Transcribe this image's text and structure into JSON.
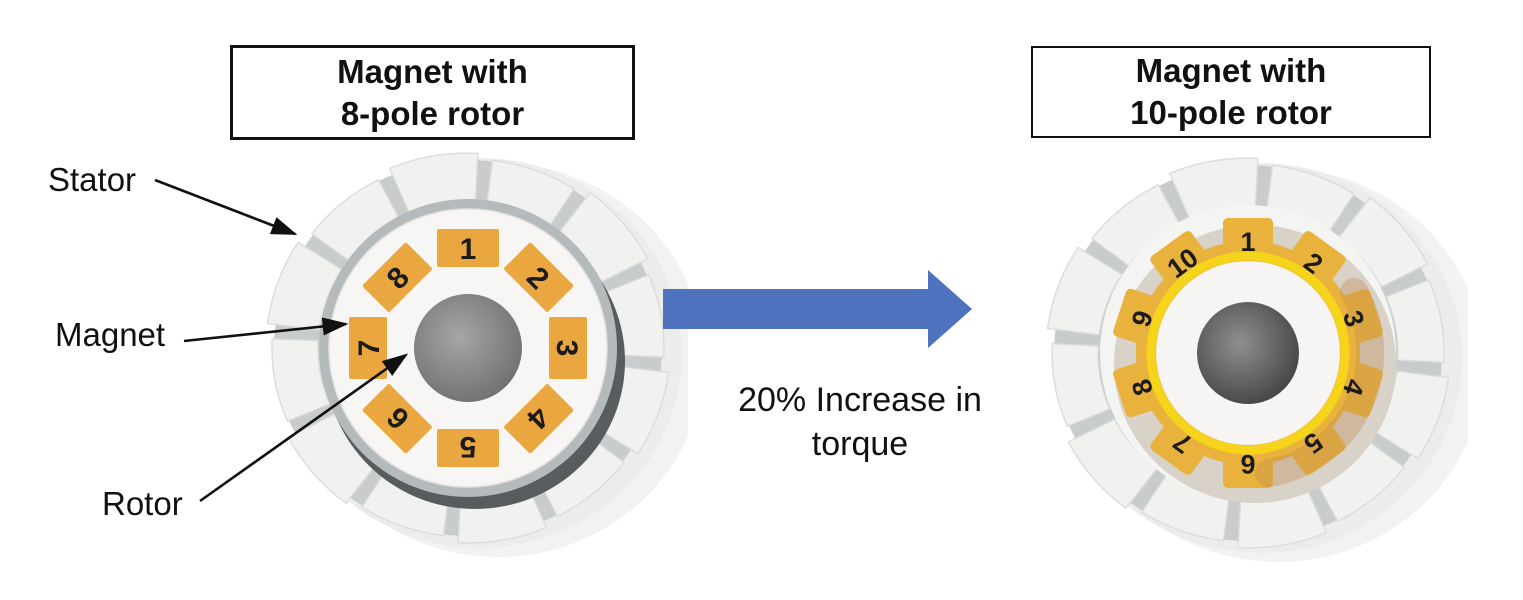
{
  "left": {
    "title_line1": "Magnet with",
    "title_line2": "8-pole rotor",
    "pole_count": 8,
    "pole_numbers": [
      "1",
      "2",
      "3",
      "4",
      "5",
      "6",
      "7",
      "8"
    ],
    "labels": {
      "stator": "Stator",
      "magnet": "Magnet",
      "rotor": "Rotor"
    }
  },
  "right": {
    "title_line1": "Magnet with",
    "title_line2": "10-pole rotor",
    "pole_count": 10,
    "pole_numbers": [
      "1",
      "2",
      "3",
      "4",
      "5",
      "6",
      "7",
      "8",
      "9",
      "10"
    ]
  },
  "transition": {
    "caption_line1": "20% Increase in",
    "caption_line2": "torque"
  },
  "colors": {
    "arrow_blue": "#4F72BE",
    "magnet_orange": "#EAA73F",
    "magnet_gold": "#E9B23C",
    "ring_yellow": "#F6D41C",
    "annotation_black": "#111111"
  }
}
